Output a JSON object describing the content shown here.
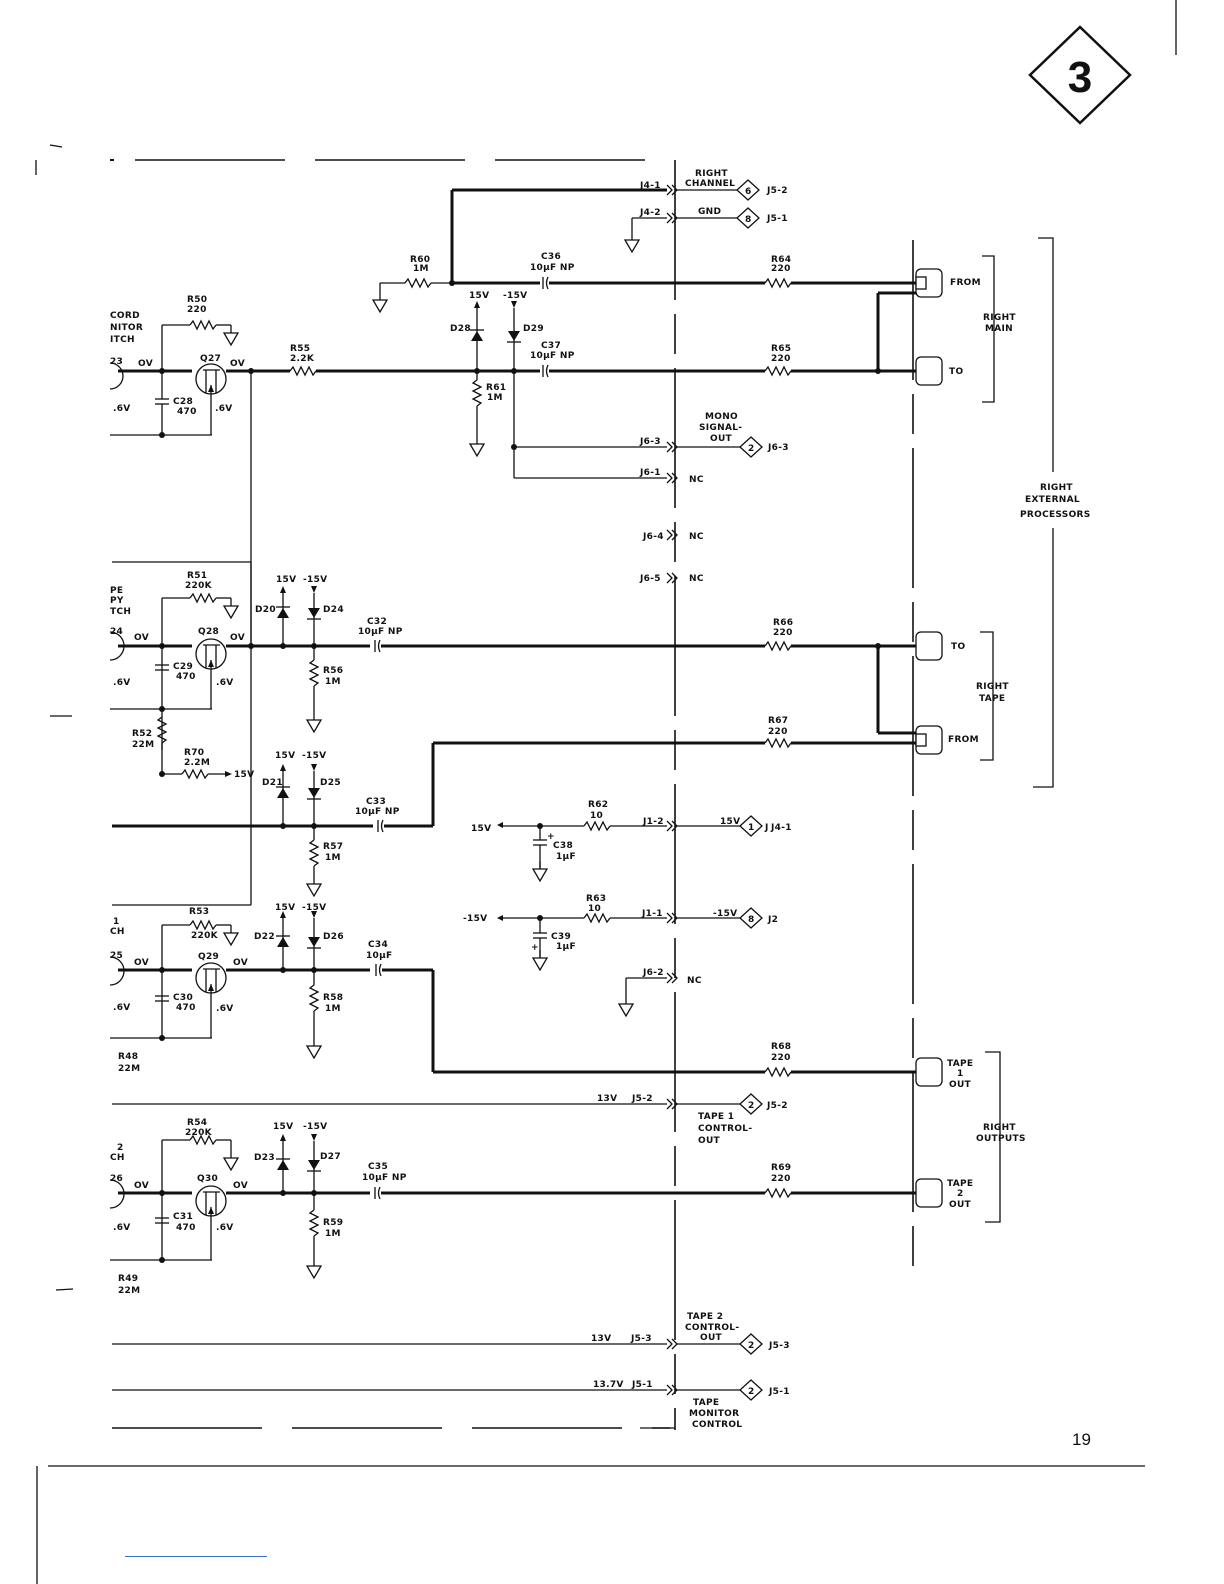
{
  "page": {
    "section_badge": "3",
    "page_number": "19"
  },
  "connectors": {
    "right_channel": {
      "pin": "J4-1",
      "label1": "RIGHT",
      "label2": "CHANNEL",
      "badge": "6",
      "ref": "J5-2"
    },
    "gnd": {
      "pin": "J4-2",
      "label": "GND",
      "badge": "8",
      "ref": "J5-1"
    },
    "mono": {
      "label1": "MONO",
      "label2": "SIGNAL-",
      "label3": "OUT",
      "pin": "J6-3",
      "badge": "2",
      "ref": "J6-3"
    },
    "j6_1": {
      "pin": "J6-1",
      "nc": "NC"
    },
    "j6_4": {
      "pin": "J6-4",
      "nc": "NC"
    },
    "j6_5": {
      "pin": "J6-5",
      "nc": "NC"
    },
    "j6_2": {
      "pin": "J6-2",
      "nc": "NC"
    },
    "p15": {
      "left": "15V",
      "pin": "J1-2",
      "right": "15V",
      "badge": "1",
      "ref": "J4-1"
    },
    "m15": {
      "left": "-15V",
      "pin": "J1-1",
      "right": "-15V",
      "badge": "8",
      "ref": "J2"
    },
    "tape1ctl": {
      "volt": "13V",
      "pin": "J5-2",
      "badge": "2",
      "ref": "J5-2",
      "label1": "TAPE 1",
      "label2": "CONTROL-",
      "label3": "OUT"
    },
    "tape2ctl": {
      "volt": "13V",
      "pin": "J5-3",
      "badge": "2",
      "ref": "J5-3",
      "label1": "TAPE 2",
      "label2": "CONTROL-",
      "label3": "OUT"
    },
    "tapemon": {
      "volt": "13.7V",
      "pin": "J5-1",
      "badge": "2",
      "ref": "J5-1",
      "label1": "TAPE",
      "label2": "MONITOR",
      "label3": "CONTROL"
    }
  },
  "jacks": {
    "from": "FROM",
    "to": "TO",
    "tape": "TAPE",
    "one": "1",
    "two": "2",
    "out": "OUT"
  },
  "groups": {
    "right_main": [
      "RIGHT",
      "MAIN"
    ],
    "right_tape": [
      "RIGHT",
      "TAPE"
    ],
    "right_outputs": [
      "RIGHT",
      "OUTPUTS"
    ],
    "right_ext": [
      "RIGHT",
      "EXTERNAL",
      "PROCESSORS"
    ]
  },
  "switch_labels": {
    "record_monitor": [
      "CORD",
      "NITOR",
      "ITCH"
    ],
    "tape_copy": [
      "PE",
      "PY",
      "TCH"
    ],
    "sw3": [
      "1",
      "CH"
    ],
    "sw4": [
      "2",
      "CH"
    ]
  },
  "components": {
    "R50": [
      "R50",
      "220"
    ],
    "R51": [
      "R51",
      "220K"
    ],
    "R53": [
      "R53",
      "220K"
    ],
    "R54": [
      "R54",
      "220K"
    ],
    "R55": [
      "R55",
      "2.2K"
    ],
    "R60": [
      "R60",
      "1M"
    ],
    "R61": [
      "R61",
      "1M"
    ],
    "R56": [
      "R56",
      "1M"
    ],
    "R57": [
      "R57",
      "1M"
    ],
    "R58": [
      "R58",
      "1M"
    ],
    "R59": [
      "R59",
      "1M"
    ],
    "R52": [
      "R52",
      "22M"
    ],
    "R70": [
      "R70",
      "2.2M"
    ],
    "R48": [
      "R48",
      "22M"
    ],
    "R49": [
      "R49",
      "22M"
    ],
    "R62": [
      "R62",
      "10"
    ],
    "R63": [
      "R63",
      "10"
    ],
    "R64": [
      "R64",
      "220"
    ],
    "R65": [
      "R65",
      "220"
    ],
    "R66": [
      "R66",
      "220"
    ],
    "R67": [
      "R67",
      "220"
    ],
    "R68": [
      "R68",
      "220"
    ],
    "R69": [
      "R69",
      "220"
    ],
    "C36": [
      "C36",
      "10µF NP"
    ],
    "C37": [
      "C37",
      "10µF NP"
    ],
    "C32": [
      "C32",
      "10µF NP"
    ],
    "C33": [
      "C33",
      "10µF NP"
    ],
    "C34": [
      "C34",
      "10µF"
    ],
    "C35": [
      "C35",
      "10µF NP"
    ],
    "C28": [
      "C28",
      "470"
    ],
    "C29": [
      "C29",
      "470"
    ],
    "C30": [
      "C30",
      "470"
    ],
    "C31": [
      "C31",
      "470"
    ],
    "C38": [
      "C38",
      "1µF"
    ],
    "C39": [
      "C39",
      "1µF"
    ],
    "Q27": "Q27",
    "Q28": "Q28",
    "Q29": "Q29",
    "Q30": "Q30",
    "D28": "D28",
    "D29": "D29",
    "D20": "D20",
    "D24": "D24",
    "D21": "D21",
    "D25": "D25",
    "D22": "D22",
    "D26": "D26",
    "D23": "D23",
    "D27": "D27"
  },
  "voltages": {
    "ov": "OV",
    "six": ".6V",
    "p15": "15V",
    "m15": "-15V",
    "r70_out": "15V",
    "q23": "23",
    "q24": "24",
    "q25": "25",
    "q26": "26"
  }
}
